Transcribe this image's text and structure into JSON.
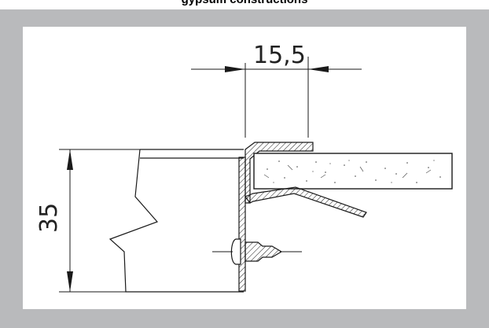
{
  "heading": "gypsum constructions",
  "dimensions": {
    "horizontal_label": "15,5",
    "vertical_label": "35"
  },
  "colors": {
    "frame": "#b9babc",
    "panel": "#ffffff",
    "ink": "#1a1a1a"
  }
}
